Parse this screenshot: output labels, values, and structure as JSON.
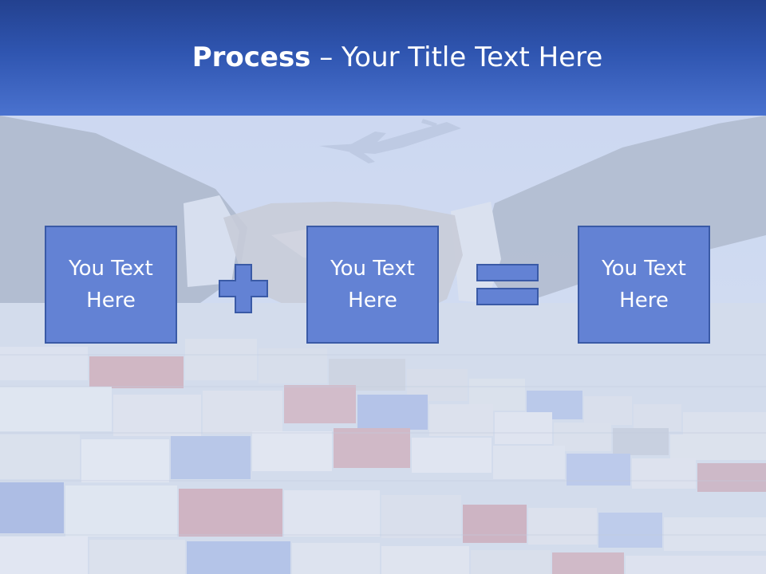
{
  "slide": {
    "title_bold": "Process",
    "title_rest": " – Your Title Text Here"
  },
  "process": {
    "boxes": [
      {
        "label": "You Text Here"
      },
      {
        "label": "You Text Here"
      },
      {
        "label": "You Text Here"
      }
    ],
    "operators": [
      "plus-icon",
      "equals-icon"
    ]
  },
  "colors": {
    "header_top": "#23418f",
    "header_bottom": "#4a72cf",
    "box_fill": "#6382d4",
    "box_border": "#3a5aa6"
  }
}
